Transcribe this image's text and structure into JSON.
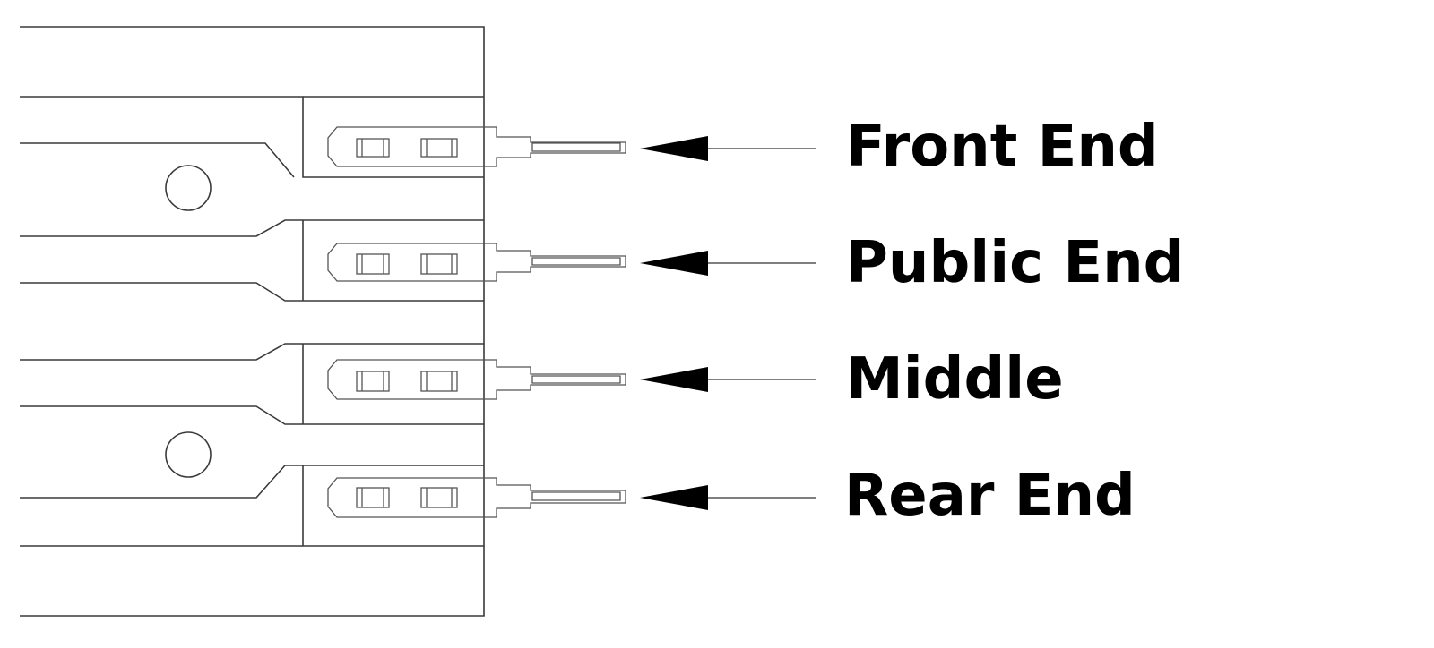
{
  "diagram": {
    "labels": {
      "front": "Front End",
      "public": "Public End",
      "middle": "Middle",
      "rear": "Rear End"
    },
    "colors": {
      "outline": "#3a3a3a",
      "arrow": "#000000",
      "text": "#000000",
      "background": "#ffffff"
    }
  }
}
